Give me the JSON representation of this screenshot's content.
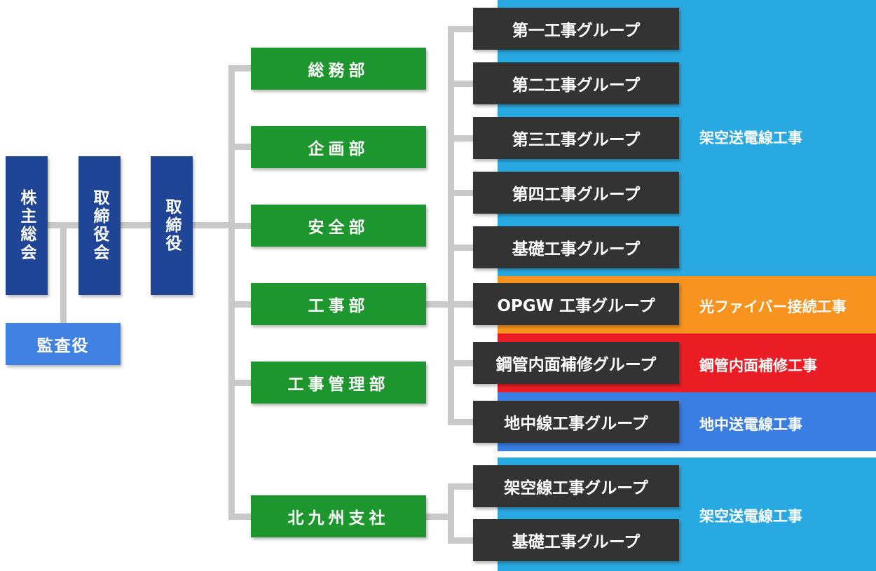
{
  "colors": {
    "navy": "#1f4696",
    "audit_blue": "#3f82e4",
    "green": "#1e962e",
    "dark": "#333333",
    "sky_blue": "#29a9e1",
    "orange": "#f7931e",
    "red": "#ea1d25",
    "royal_blue": "#3a7de3",
    "connector": "#c9c9c9"
  },
  "governance": {
    "shareholders": "株主総会",
    "board": "取締役会",
    "director": "取締役",
    "auditor": "監査役"
  },
  "departments": {
    "general_affairs": "総務部",
    "planning": "企画部",
    "safety": "安全部",
    "construction": "工事部",
    "construction_mgmt": "工事管理部",
    "kitakyushu": "北九州支社"
  },
  "groups": {
    "g1": "第一工事グループ",
    "g2": "第二工事グループ",
    "g3": "第三工事グループ",
    "g4": "第四工事グループ",
    "g5": "基礎工事グループ",
    "g6": "OPGW 工事グループ",
    "g7": "鋼管内面補修グループ",
    "g8": "地中線工事グループ",
    "k1": "架空線工事グループ",
    "k2": "基礎工事グループ"
  },
  "work_areas": {
    "overhead": "架空送電線工事",
    "fiber": "光ファイバー接続工事",
    "pipe": "鋼管内面補修工事",
    "underground": "地中送電線工事",
    "overhead_kitakyushu": "架空送電線工事"
  }
}
